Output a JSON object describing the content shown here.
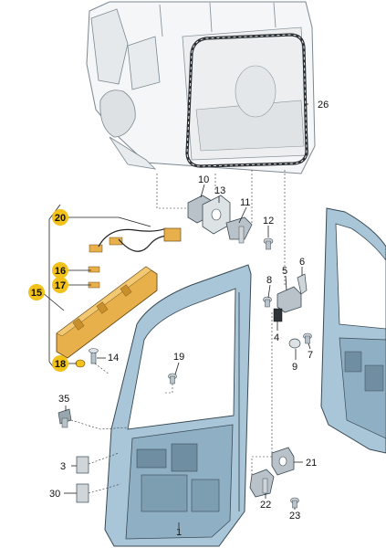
{
  "callouts": {
    "c1": "1",
    "c3": "3",
    "c4": "4",
    "c5": "5",
    "c6": "6",
    "c7": "7",
    "c8": "8",
    "c9": "9",
    "c10": "10",
    "c11": "11",
    "c12": "12",
    "c13": "13",
    "c14": "14",
    "c15": "15",
    "c16": "16",
    "c17": "17",
    "c18": "18",
    "c19": "19",
    "c20": "20",
    "c21": "21",
    "c22": "22",
    "c23": "23",
    "c26": "26",
    "c30": "30",
    "c35": "35"
  },
  "colors": {
    "highlight": "#f2c21b",
    "door_blue": "#a9c6d8",
    "bracket_tan": "#e8b04a",
    "metal_grey": "#b9c2c8",
    "body_grey": "#f1f3f4"
  }
}
